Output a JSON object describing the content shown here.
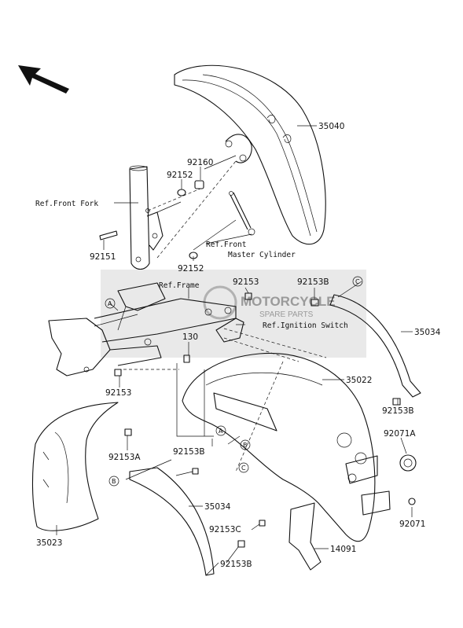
{
  "labels": {
    "p35040": "35040",
    "p92160": "92160",
    "p92152a": "92152",
    "p92152b": "92152",
    "p92151": "92151",
    "p92153a": "92153",
    "p92153b": "92153B",
    "p35034a": "35034",
    "p130": "130",
    "p35022": "35022",
    "p92153c": "92153",
    "p92153b2": "92153B",
    "p92071a": "92071A",
    "p92153a2": "92153A",
    "p92153b3": "92153B",
    "p35034b": "35034",
    "p92153c2": "92153C",
    "p92071": "92071",
    "p14091": "14091",
    "p35023": "35023",
    "p92153b4": "92153B"
  },
  "refs": {
    "front_fork": "Ref.Front Fork",
    "front_master_1": "Ref.Front",
    "front_master_2": "Master Cylinder",
    "frame": "Ref.Frame",
    "ignition": "Ref.Ignition Switch"
  },
  "markers": {
    "a": "A",
    "b": "B",
    "c": "C"
  },
  "watermark": {
    "brand": "MOTORCYCLE",
    "sub": "SPARE PARTS"
  }
}
